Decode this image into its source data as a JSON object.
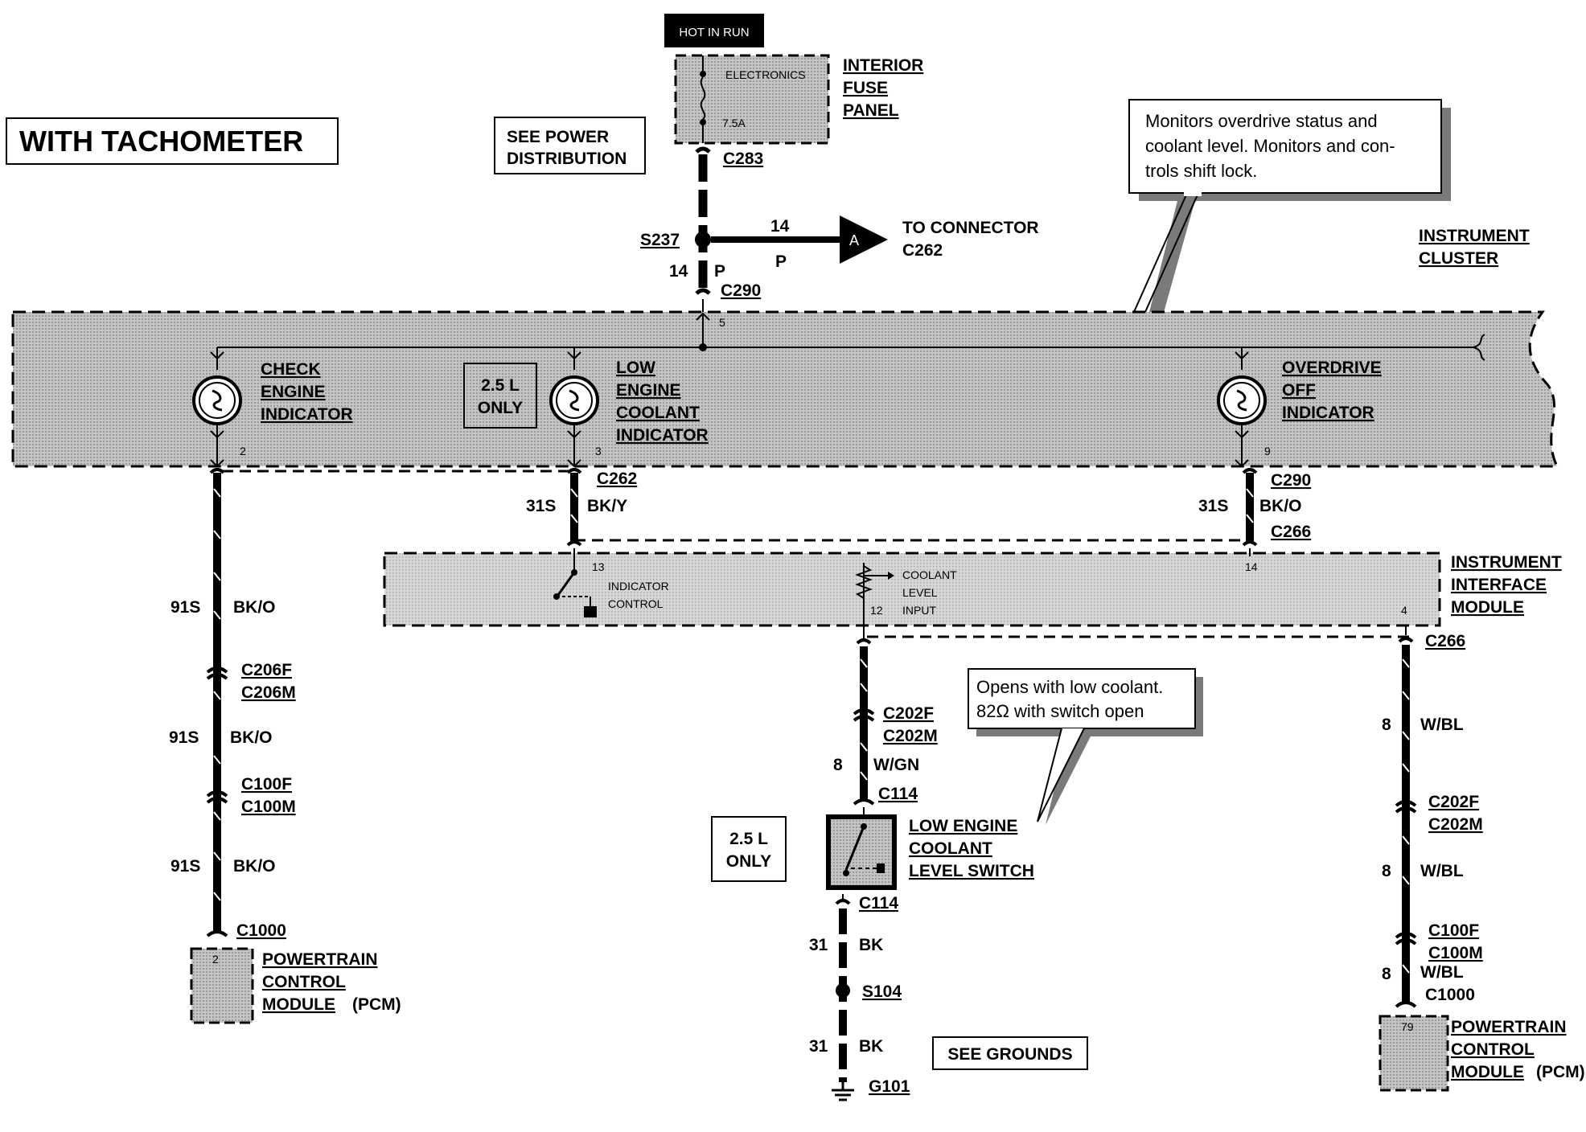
{
  "title": "WITH TACHOMETER",
  "hot_in_run": "HOT IN RUN",
  "fuse_panel": {
    "name_lines": [
      "INTERIOR",
      "FUSE",
      "PANEL"
    ],
    "fuse_name": "ELECTRONICS",
    "fuse_rating": "7.5A"
  },
  "see_power": [
    "SEE POWER",
    "DISTRIBUTION"
  ],
  "connectors": {
    "c283": "C283",
    "s237": "S237",
    "c290_top": "C290",
    "c262": "C262",
    "c290": "C290",
    "c266_a": "C266",
    "c266_b": "C266",
    "c206f": "C206F",
    "c206m": "C206M",
    "c100f_l": "C100F",
    "c100m_l": "C100M",
    "c1000_l": "C1000",
    "c202f_m": "C202F",
    "c202m_m": "C202M",
    "c114_a": "C114",
    "c114_b": "C114",
    "s104": "S104",
    "g101": "G101",
    "c202f_r": "C202F",
    "c202m_r": "C202M",
    "c100f_r": "C100F",
    "c100m_r": "C100M",
    "c1000_r": "C1000"
  },
  "wires": {
    "feed_gauge": "14",
    "feed_color": "P",
    "branch_gauge": "14",
    "branch_color": "P",
    "left_gauge": "91S",
    "left_color": "BK/O",
    "coolant_gauge": "31S",
    "coolant_color": "BK/Y",
    "od_gauge": "31S",
    "od_color": "BK/O",
    "sw_gauge": "8",
    "sw_color": "W/GN",
    "gnd_gauge": "31",
    "gnd_color": "BK",
    "right_gauge": "8",
    "right_color": "W/BL"
  },
  "to_connector": {
    "arrow_letter": "A",
    "lines": [
      "TO CONNECTOR",
      "C262"
    ]
  },
  "instrument_cluster": [
    "INSTRUMENT",
    "CLUSTER"
  ],
  "note_cluster": [
    "Monitors overdrive status and",
    "coolant level. Monitors and con-",
    "trols shift lock."
  ],
  "indicators": {
    "check_engine": [
      "CHECK",
      "ENGINE",
      "INDICATOR"
    ],
    "low_coolant": [
      "LOW",
      "ENGINE",
      "COOLANT",
      "INDICATOR"
    ],
    "overdrive_off": [
      "OVERDRIVE",
      "OFF",
      "INDICATOR"
    ]
  },
  "only_25": [
    "2.5 L",
    "ONLY"
  ],
  "pins": {
    "cluster_feed": "5",
    "check_engine": "2",
    "low_coolant": "3",
    "overdrive": "9",
    "iim_13": "13",
    "iim_12": "12",
    "iim_14": "14",
    "iim_4": "4",
    "pcm_left": "2",
    "pcm_right": "79"
  },
  "iim": {
    "name_lines": [
      "INSTRUMENT",
      "INTERFACE",
      "MODULE"
    ],
    "indicator_control": [
      "INDICATOR",
      "CONTROL"
    ],
    "coolant_level_input": [
      "COOLANT",
      "LEVEL",
      "INPUT"
    ]
  },
  "note_switch": [
    "Opens with low coolant.",
    "82Ω with switch open"
  ],
  "switch_name": [
    "LOW ENGINE",
    "COOLANT",
    "LEVEL SWITCH"
  ],
  "see_grounds": "SEE GROUNDS",
  "pcm": {
    "lines": [
      "POWERTRAIN",
      "CONTROL",
      "MODULE"
    ],
    "suffix": "(PCM)"
  }
}
